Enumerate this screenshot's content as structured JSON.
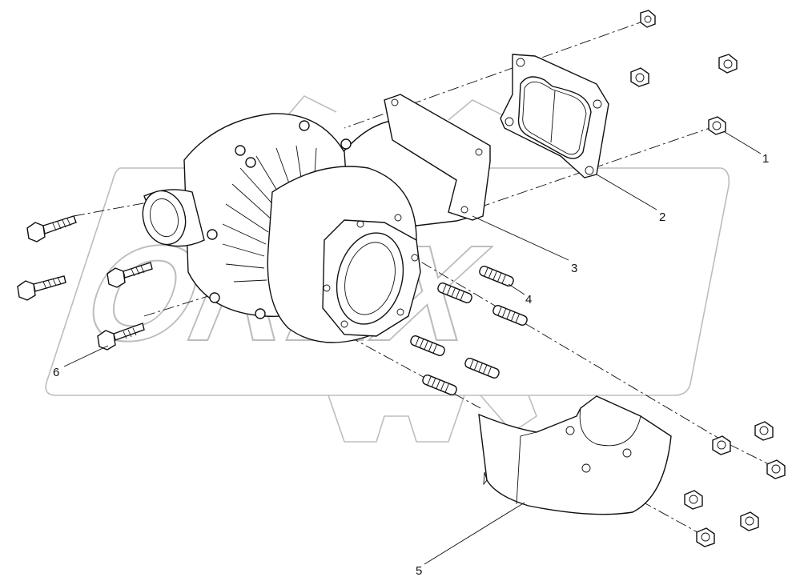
{
  "watermark": {
    "text": "OREX"
  },
  "callouts": [
    {
      "id": "1",
      "label": "1"
    },
    {
      "id": "2",
      "label": "2"
    },
    {
      "id": "3",
      "label": "3"
    },
    {
      "id": "4",
      "label": "4"
    },
    {
      "id": "5",
      "label": "5"
    },
    {
      "id": "6",
      "label": "6"
    }
  ],
  "colors": {
    "line": "#111111",
    "watermark": "#bdbdbd",
    "background": "#ffffff"
  }
}
